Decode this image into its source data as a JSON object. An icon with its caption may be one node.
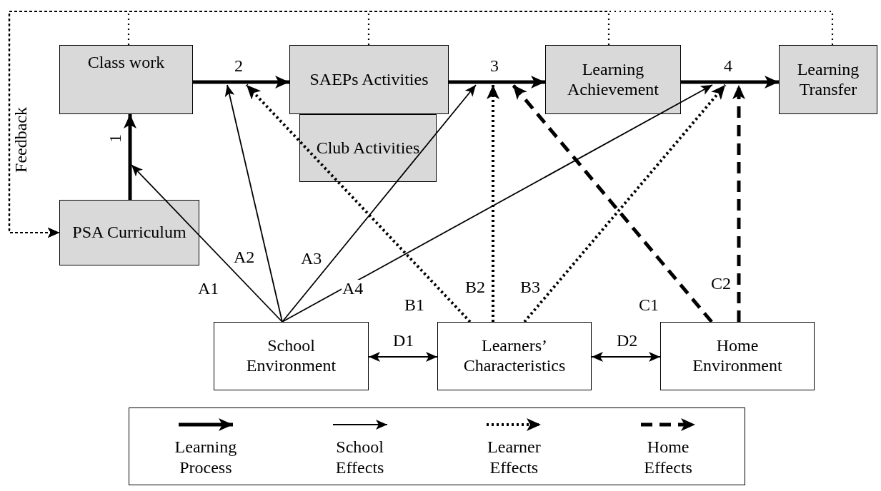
{
  "diagram": {
    "nodes": [
      {
        "text": [
          "Class work"
        ]
      },
      {
        "text": [
          "SAEPs Activities"
        ]
      },
      {
        "text": [
          "Club Activities"
        ]
      },
      {
        "text": [
          "Learning Achievement"
        ]
      },
      {
        "text": [
          "Learning Transfer"
        ]
      },
      {
        "text": [
          "PSA Curriculum"
        ]
      },
      {
        "text": [
          "School Environment"
        ]
      },
      {
        "text": [
          "Learners’ Characteristics"
        ]
      },
      {
        "text": [
          "Home Environment"
        ]
      }
    ],
    "edges": [
      {
        "from": 5,
        "to": 0,
        "arrow": "to",
        "label": "1",
        "style": "thick"
      },
      {
        "from": 0,
        "to": 1,
        "arrow": "to",
        "label": "2",
        "style": "thick"
      },
      {
        "from": 1,
        "to": 3,
        "arrow": "to",
        "label": "3",
        "style": "thick"
      },
      {
        "from": 3,
        "to": 4,
        "arrow": "to",
        "label": "4",
        "style": "thick"
      },
      {
        "from": 6,
        "to": null,
        "arrow": "to",
        "label": "A1"
      },
      {
        "from": 6,
        "to": null,
        "arrow": "to",
        "label": "A2"
      },
      {
        "from": 6,
        "to": null,
        "arrow": "to",
        "label": "A3"
      },
      {
        "from": 6,
        "to": null,
        "arrow": "to",
        "label": "A4"
      },
      {
        "from": 7,
        "to": null,
        "arrow": "to",
        "label": "B1",
        "style": "dashed"
      },
      {
        "from": 7,
        "to": null,
        "arrow": "to",
        "label": "B2",
        "style": "dashed"
      },
      {
        "from": 7,
        "to": null,
        "arrow": "to",
        "label": "B3",
        "style": "dashed"
      },
      {
        "from": 8,
        "to": null,
        "arrow": "to",
        "label": "C1",
        "style": "dashed"
      },
      {
        "from": 8,
        "to": null,
        "arrow": "to",
        "label": "C2",
        "style": "dashed"
      },
      {
        "from": 6,
        "to": 7,
        "arrow": "both",
        "label": "D1"
      },
      {
        "from": 7,
        "to": 8,
        "arrow": "both",
        "label": "D2"
      },
      {
        "from": 0,
        "to": 5,
        "arrow": "to",
        "label": "Feedback",
        "style": "dashed"
      },
      {
        "from": 1,
        "to": 5,
        "arrow": "to",
        "style": "dashed"
      },
      {
        "from": 3,
        "to": 5,
        "arrow": "to",
        "style": "dashed"
      },
      {
        "from": 4,
        "to": 5,
        "arrow": "to",
        "style": "dashed"
      }
    ],
    "legend": [
      {
        "text": "Learning Process"
      },
      {
        "text": "School Effects"
      },
      {
        "text": "Learner Effects"
      },
      {
        "text": "Home Effects"
      }
    ]
  }
}
